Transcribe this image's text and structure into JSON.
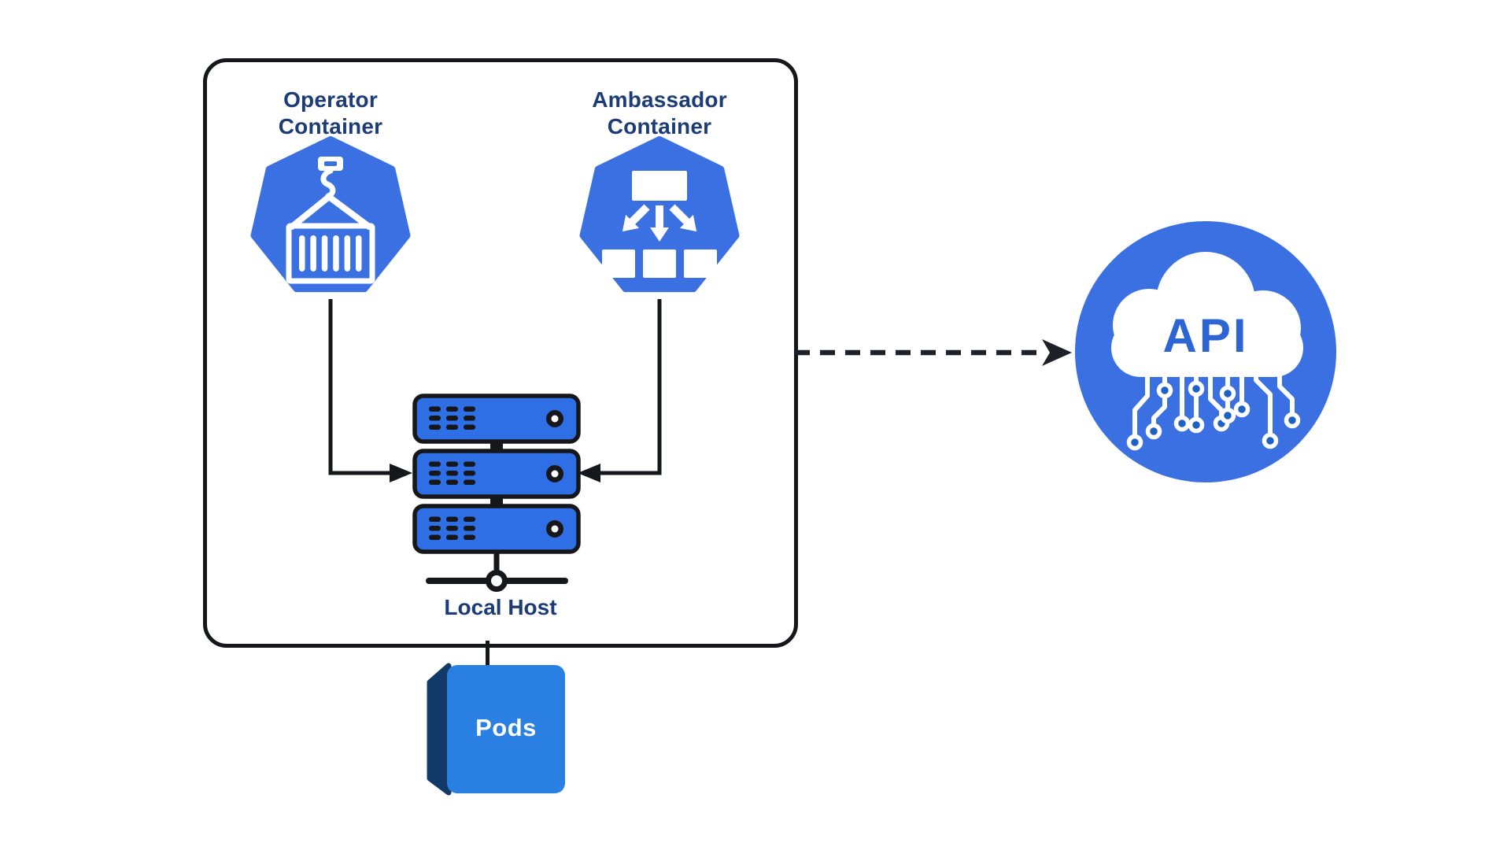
{
  "diagram": {
    "cluster": {
      "operator": {
        "line1": "Operator",
        "line2": "Container"
      },
      "ambassador": {
        "line1": "Ambassador",
        "line2": "Container"
      },
      "local_host_label": "Local Host"
    },
    "pods_label": "Pods",
    "api_label": "API",
    "colors": {
      "heptagon_blue": "#3a70e2",
      "server_blue": "#2f6fe6",
      "pods_front_blue": "#2a7fe3",
      "pods_side_navy": "#123a69",
      "api_circle_blue": "#3a70e2",
      "api_text_blue": "#2d66d4",
      "circuit_node_blue": "#1b62c4",
      "label_navy": "#1c3c78",
      "line_black": "#15171a",
      "background_white": "#ffffff"
    }
  }
}
